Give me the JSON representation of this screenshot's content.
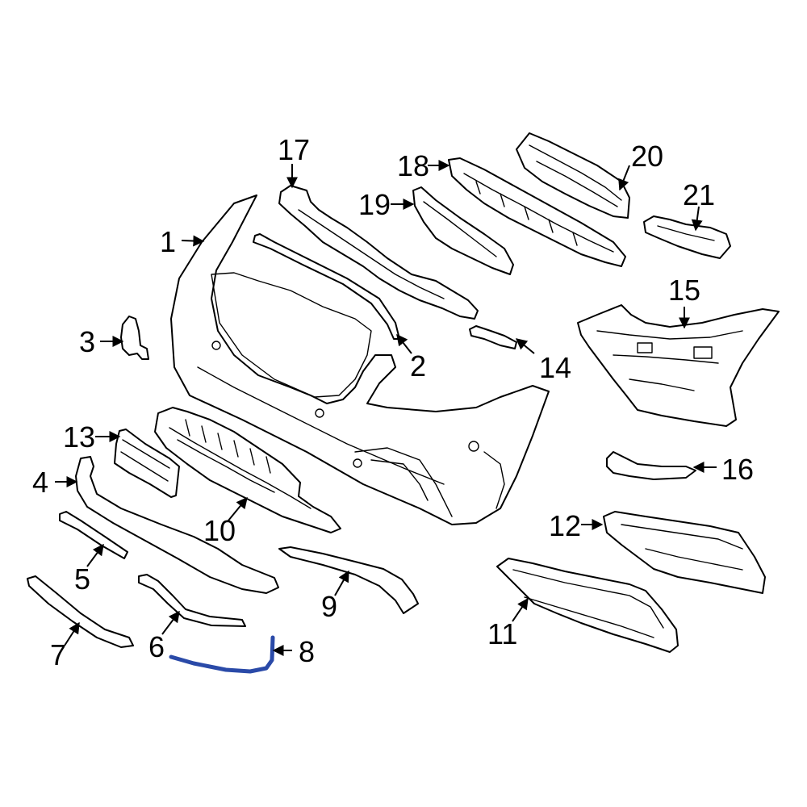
{
  "diagram": {
    "highlight_color": "#2a4aa8",
    "line_color": "#000000",
    "highlighted_part": "8",
    "callouts": [
      "1",
      "2",
      "3",
      "4",
      "5",
      "6",
      "7",
      "8",
      "9",
      "10",
      "11",
      "12",
      "13",
      "14",
      "15",
      "16",
      "17",
      "18",
      "19",
      "20",
      "21"
    ]
  }
}
